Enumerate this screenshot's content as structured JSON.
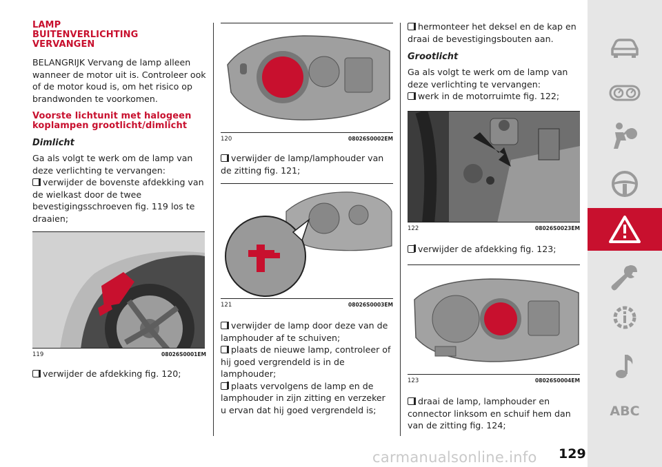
{
  "col1": {
    "title": "LAMP BUITENVERLICHTING VERVANGEN",
    "important": "BELANGRIJK Vervang de lamp alleen wanneer de motor uit is. Controleer ook of de motor koud is, om het risico op brandwonden te voorkomen.",
    "section": "Voorste lichtunit met halogeen koplampen grootlicht/dimlicht",
    "subsection": "Dimlicht",
    "intro": "Ga als volgt te werk om de lamp van deze verlichting te vervangen:",
    "step1": "verwijder de bovenste afdekking van de wielkast door de twee bevestigingsschroeven fig. 119 los te draaien;",
    "fig_num": "119",
    "fig_code": "08026S0001EM",
    "step2": "verwijder de afdekking fig. 120;"
  },
  "col2": {
    "fig1_num": "120",
    "fig1_code": "08026S0002EM",
    "step1": "verwijder de lamp/lamphouder van de zitting fig. 121;",
    "fig2_num": "121",
    "fig2_code": "08026S0003EM",
    "step2": "verwijder de lamp door deze van de lamphouder af te schuiven;",
    "step3": "plaats de nieuwe lamp, controleer of hij goed vergrendeld is in de lamphouder;",
    "step4": "plaats vervolgens de lamp en de lamphouder in zijn zitting en verzeker u ervan dat hij goed vergrendeld is;"
  },
  "col3": {
    "step1": "hermonteer het deksel en de kap en draai de bevestigingsbouten aan.",
    "subsection": "Grootlicht",
    "intro": "Ga als volgt te werk om de lamp van deze verlichting te vervangen:",
    "step2": "werk in de motorruimte fig. 122;",
    "fig1_num": "122",
    "fig1_code": "08026S0023EM",
    "step3": "verwijder de afdekking fig. 123;",
    "fig2_num": "123",
    "fig2_code": "08026S0004EM",
    "step4": "draai de lamp, lamphouder en connector linksom en schuif hem dan van de zitting fig. 124;"
  },
  "page_number": "129",
  "watermark": "carmanualsonline.info",
  "sidebar": {
    "items": [
      {
        "icon": "car-icon"
      },
      {
        "icon": "dashboard-gauges-icon"
      },
      {
        "icon": "airbag-safety-icon"
      },
      {
        "icon": "steering-wheel-icon"
      },
      {
        "icon": "warning-triangle-icon",
        "active": true
      },
      {
        "icon": "wrench-icon"
      },
      {
        "icon": "technical-data-icon"
      },
      {
        "icon": "music-note-icon"
      },
      {
        "label": "ABC"
      }
    ]
  },
  "colors": {
    "accent": "#c8102e",
    "sidebar_bg": "#e6e6e6",
    "icon": "#9a9a9a"
  }
}
